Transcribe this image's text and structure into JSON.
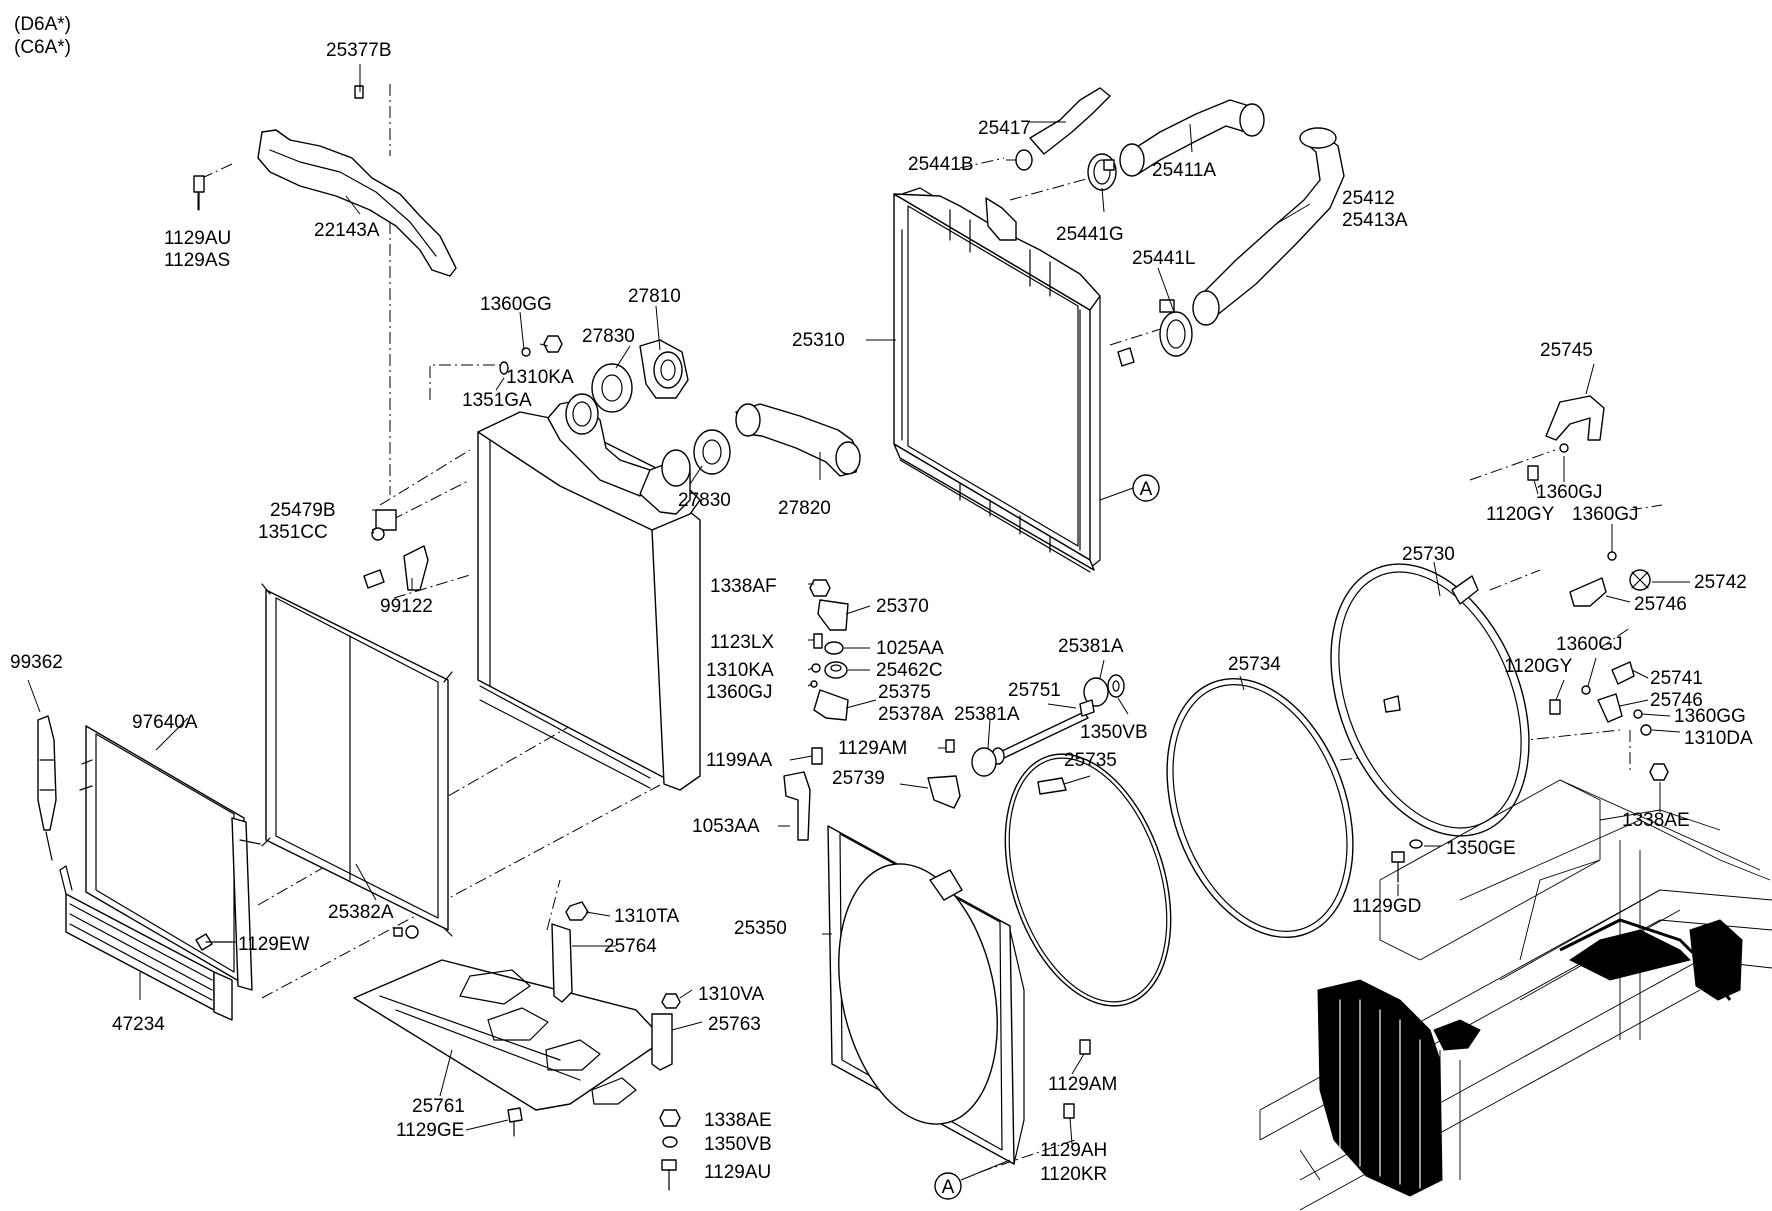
{
  "variants": [
    "(D6A*)",
    "(C6A*)"
  ],
  "reference_marker": "A",
  "part_labels": [
    "25377B",
    "1129AU",
    "1129AS",
    "22143A",
    "1360GG",
    "27810",
    "27830",
    "1310KA",
    "1351GA",
    "27830",
    "27820",
    "25479B",
    "1351CC",
    "99122",
    "99362",
    "97640A",
    "25382A",
    "1129EW",
    "47234",
    "1310TA",
    "25764",
    "1310VA",
    "25763",
    "25761",
    "1129GE",
    "1338AE",
    "1350VB",
    "1129AU",
    "25417",
    "25441B",
    "25411A",
    "25412",
    "25413A",
    "25441G",
    "25441L",
    "25310",
    "1338AF",
    "25370",
    "1123LX",
    "1025AA",
    "1310KA",
    "25462C",
    "1360GJ",
    "25375",
    "25378A",
    "1199AA",
    "1129AM",
    "25739",
    "1053AA",
    "25350",
    "1129AM",
    "1129AH",
    "1120KR",
    "25381A",
    "25381A",
    "25751",
    "1350VB",
    "25735",
    "25734",
    "25745",
    "1360GJ",
    "1120GY",
    "1360GJ",
    "25730",
    "25742",
    "25746",
    "1360GJ",
    "1120GY",
    "25741",
    "25746",
    "1360GG",
    "1310DA",
    "1338AE",
    "1350GE",
    "1129GD"
  ]
}
